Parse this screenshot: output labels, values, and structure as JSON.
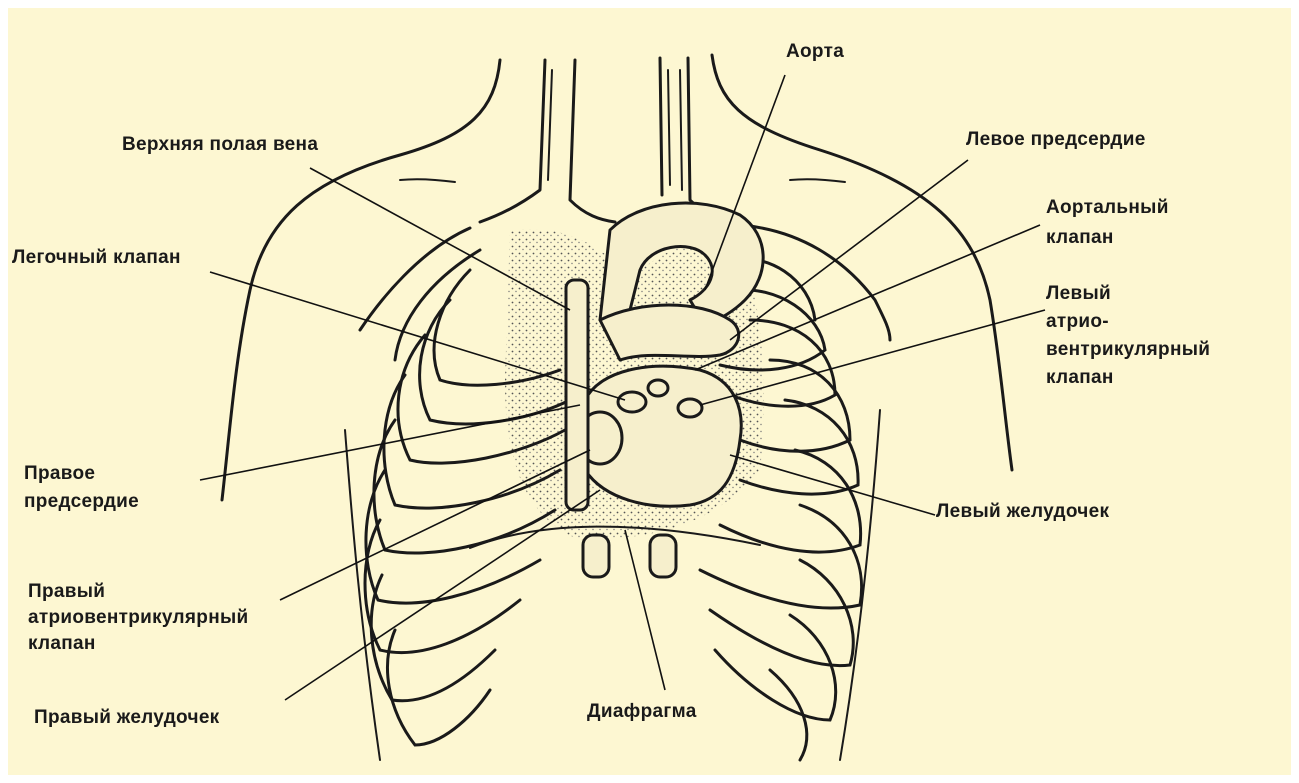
{
  "labels": {
    "aorta": "Аорта",
    "svc": "Верхняя полая вена",
    "left_atrium": "Левое предсердие",
    "aortic_valve_1": "Аортальный",
    "aortic_valve_2": "клапан",
    "pulmonary_valve": "Легочный клапан",
    "mitral_1": "Левый",
    "mitral_2": "атрио-",
    "mitral_3": "вентрикулярный",
    "mitral_4": "клапан",
    "right_atrium_1": "Правое",
    "right_atrium_2": "предсердие",
    "left_ventricle": "Левый желудочек",
    "tricuspid_1": "Правый",
    "tricuspid_2": "атриовентрикулярный",
    "tricuspid_3": "клапан",
    "right_ventricle": "Правый желудочек",
    "diaphragm": "Диафрагма"
  },
  "colors": {
    "paper": "#fdf7d2",
    "ink": "#1a1a1a"
  }
}
